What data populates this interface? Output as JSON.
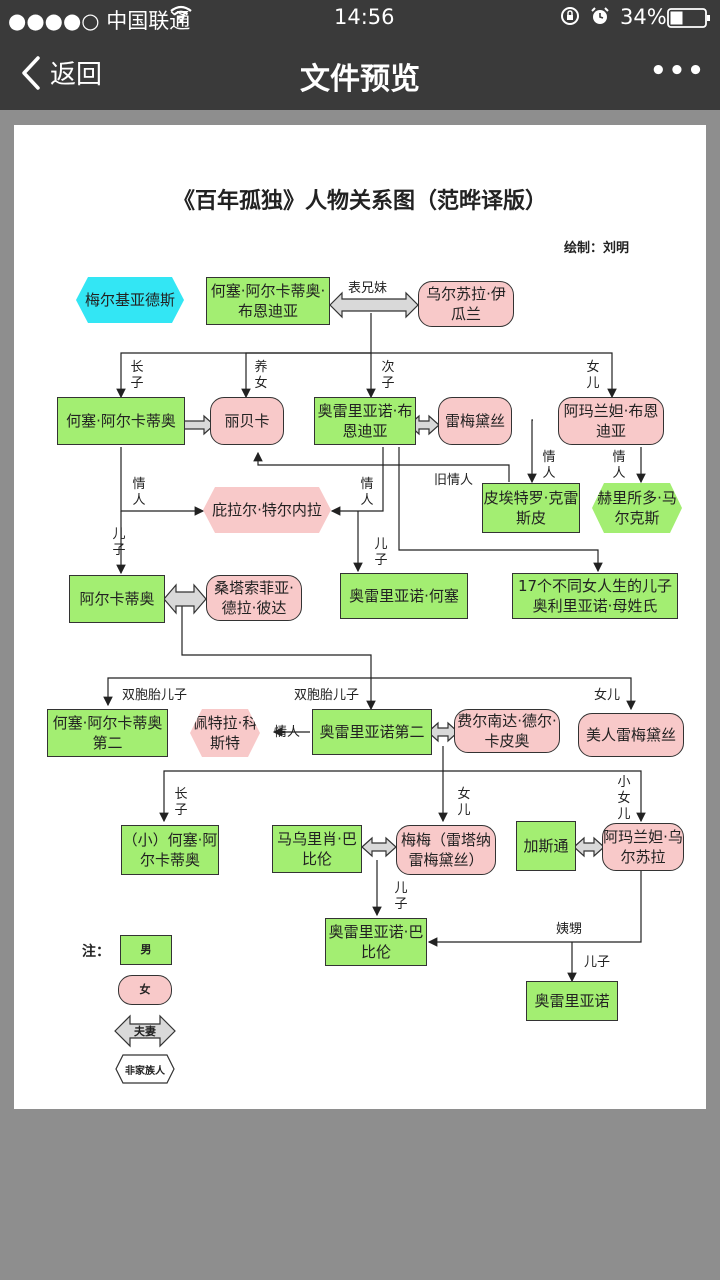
{
  "status": {
    "carrier": "●●●●○ 中国联通",
    "wifi": "wifi-icon",
    "time": "14:56",
    "battery": "34%"
  },
  "nav": {
    "back_label": "返回",
    "title": "文件预览",
    "more": "•••"
  },
  "document": {
    "title": "《百年孤独》人物关系图（范晔译版）",
    "author": "绘制：刘明",
    "nodes": {
      "melquiades": "梅尔基亚德斯",
      "jose_arcadio_buendia": "何塞·阿尔卡蒂奥·布恩迪亚",
      "ursula": "乌尔苏拉·伊瓜兰",
      "jose_arcadio": "何塞·阿尔卡蒂奥",
      "rebeca": "丽贝卡",
      "aureliano": "奥雷里亚诺·布恩迪亚",
      "remedios": "雷梅黛丝",
      "amaranta": "阿玛兰妲·布恩迪亚",
      "pilar": "庇拉尔·特尔内拉",
      "pietro": "皮埃特罗·克雷斯皮",
      "gerineldo": "赫里所多·马尔克斯",
      "arcadio": "阿尔卡蒂奥",
      "santa_sofia": "桑塔索菲亚·德拉·彼达",
      "aureliano_jose": "奥雷里亚诺·何塞",
      "seventeen": "17个不同女人生的儿子奥利里亚诺·母姓氏",
      "jose_arcadio_ii": "何塞·阿尔卡蒂奥第二",
      "petra": "佩特拉·科斯特",
      "aureliano_ii": "奥雷里亚诺第二",
      "fernanda": "费尔南达·德尔·卡皮奥",
      "remedios_beauty": "美人雷梅黛丝",
      "jose_arcadio_jr": "（小）何塞·阿尔卡蒂奥",
      "mauricio": "马乌里肖·巴比伦",
      "meme": "梅梅（雷塔纳雷梅黛丝）",
      "gaston": "加斯通",
      "amaranta_ursula": "阿玛兰妲·乌尔苏拉",
      "aureliano_babilonia": "奥雷里亚诺·巴比伦",
      "aureliano_last": "奥雷里亚诺"
    },
    "edge_labels": {
      "cousins": "表兄妹",
      "eldest_son": "长子",
      "adopted_daughter": "养女",
      "second_son": "次子",
      "daughter": "女儿",
      "lover1": "情人",
      "lover2": "情人",
      "lover3": "情人",
      "lover4": "情人",
      "ex_lover": "旧情人",
      "son1": "儿子",
      "son2": "儿子",
      "twin1": "双胞胎儿子",
      "twin2": "双胞胎儿子",
      "daughter2": "女儿",
      "lover5": "情人",
      "eldest_son2": "长子",
      "daughter3": "女儿",
      "youngest_daughter": "小女儿",
      "son3": "儿子",
      "aunt_nephew": "姨甥",
      "son4": "儿子"
    },
    "legend": {
      "title": "注：",
      "male": "男",
      "female": "女",
      "spouse": "夫妻",
      "outsider": "非家族人"
    },
    "colors": {
      "male": "#a3ee72",
      "female": "#f8c9c9",
      "outsider_special": "#33e6f4"
    }
  }
}
